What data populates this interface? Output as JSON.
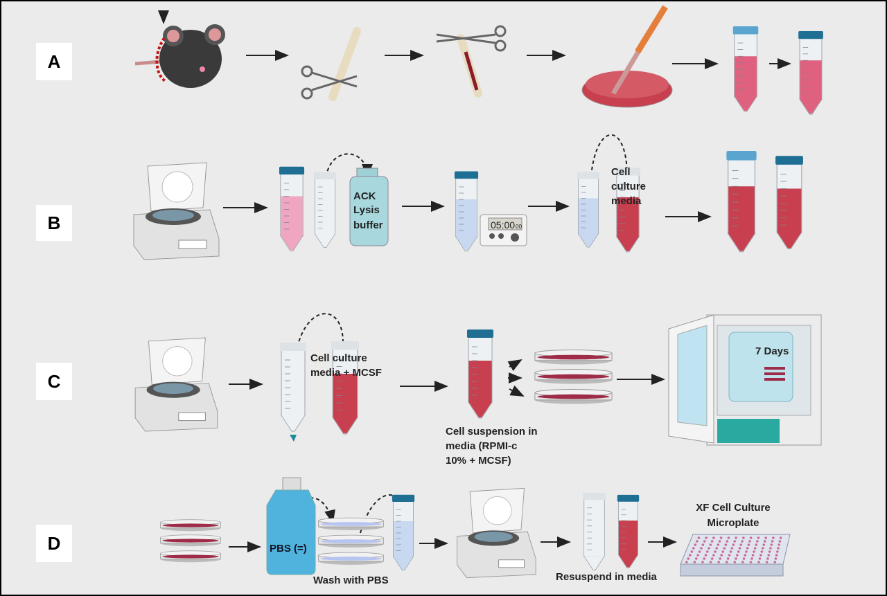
{
  "rows": [
    {
      "letter": "A"
    },
    {
      "letter": "B",
      "ack_label": [
        "ACK",
        "Lysis",
        "buffer"
      ],
      "timer": {
        "main": "05:00",
        "sub": "00"
      },
      "media_label": [
        "Cell",
        "culture",
        "media"
      ]
    },
    {
      "letter": "C",
      "media_label": [
        "Cell culture",
        "media + MCSF"
      ],
      "suspension_label": [
        "Cell suspension in",
        "media (RPMI-c",
        "10% + MCSF)"
      ],
      "incubator_label": "7 Days"
    },
    {
      "letter": "D",
      "pbs_label": "PBS (=)",
      "wash_label": "Wash with PBS",
      "resuspend_label": "Resuspend in media",
      "plate_label": [
        "XF Cell Culture",
        "Microplate"
      ]
    }
  ],
  "colors": {
    "background": "#ebebeb",
    "media_red": "#c8404f",
    "pink": "#f0a6c0",
    "cap_blue": "#1f6f95",
    "pbs_blue": "#4fb3de",
    "teal": "#2aa9a0"
  }
}
